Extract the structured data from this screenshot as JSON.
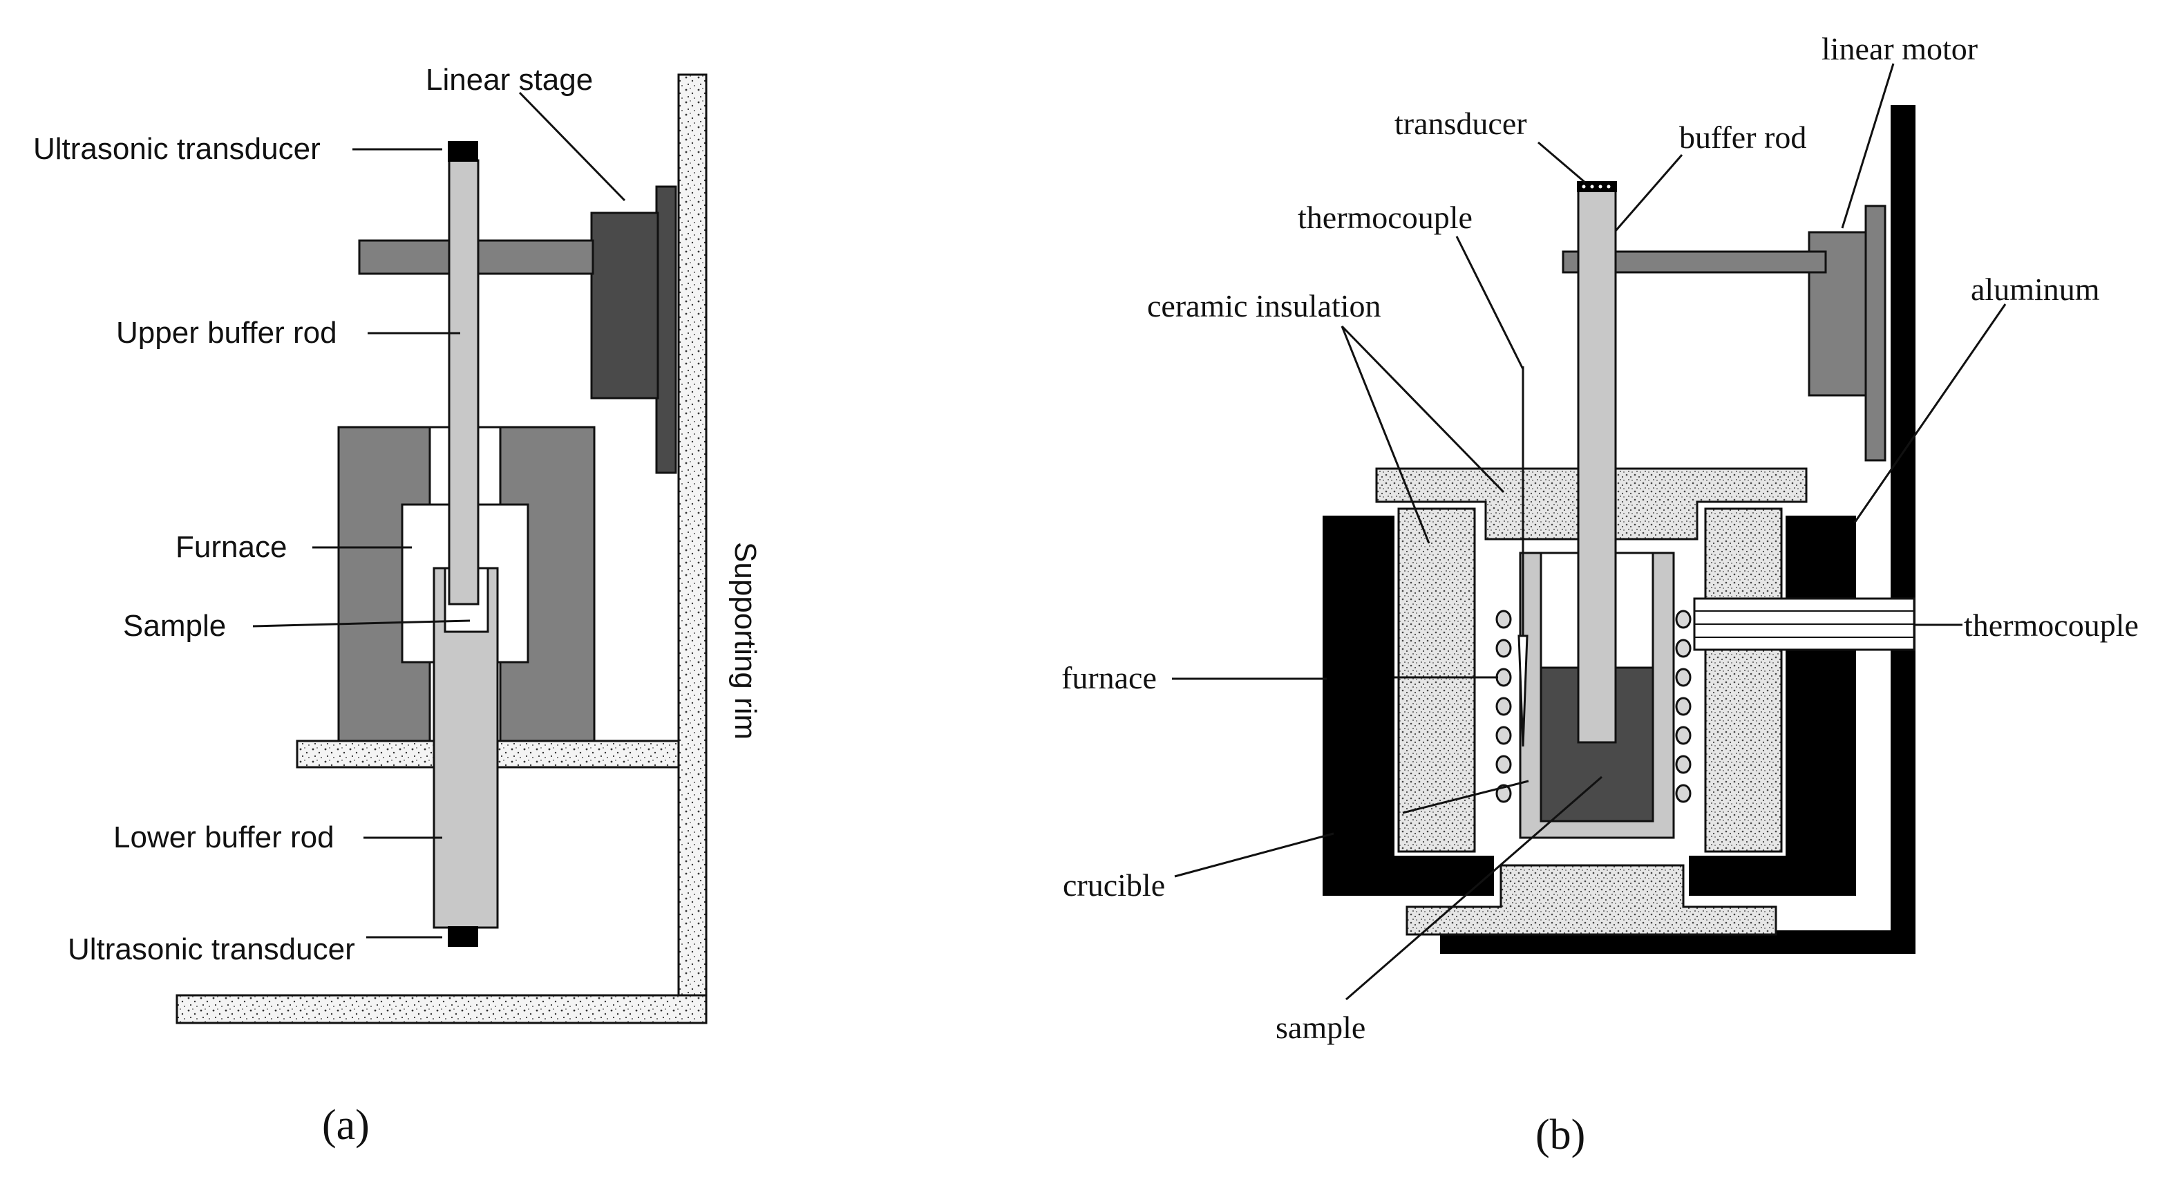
{
  "panel_a": {
    "caption": "(a)",
    "labels": {
      "linear_stage": "Linear stage",
      "ultrasonic_transducer_top": "Ultrasonic transducer",
      "upper_buffer_rod": "Upper buffer rod",
      "furnace": "Furnace",
      "sample": "Sample",
      "lower_buffer_rod": "Lower buffer rod",
      "ultrasonic_transducer_bottom": "Ultrasonic transducer",
      "supporting_rim": "Supporting rim"
    }
  },
  "panel_b": {
    "caption": "(b)",
    "labels": {
      "linear_motor": "linear motor",
      "transducer": "transducer",
      "buffer_rod": "buffer rod",
      "thermocouple_top": "thermocouple",
      "ceramic_insulation": "ceramic insulation",
      "aluminum": "aluminum",
      "thermocouple_right": "thermocouple",
      "furnace": "furnace",
      "crucible": "crucible",
      "sample": "sample"
    }
  },
  "colors": {
    "dark_gray": "#4a4a4a",
    "mid_gray": "#808080",
    "light_gray": "#c8c8c8",
    "black": "#000000",
    "speckle_fill": "#f2f2f2"
  }
}
